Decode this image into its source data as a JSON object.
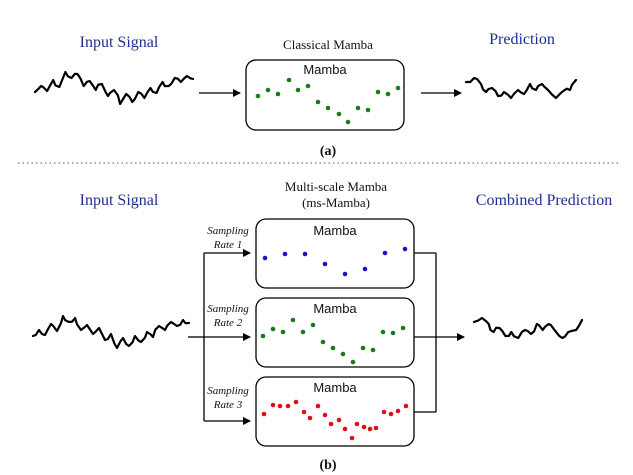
{
  "panel_a": {
    "input_label": "Input Signal",
    "model_label": "Classical Mamba",
    "box_title": "Mamba",
    "output_label": "Prediction",
    "panel_label": "(a)"
  },
  "panel_b": {
    "input_label": "Input Signal",
    "model_label_line1": "Multi-scale Mamba",
    "model_label_line2": "(ms-Mamba)",
    "output_label": "Combined Prediction",
    "panel_label": "(b)",
    "branches": [
      {
        "rate_line1": "Sampling",
        "rate_line2": "Rate 1",
        "box_title": "Mamba",
        "dot_color": "#1414c8"
      },
      {
        "rate_line1": "Sampling",
        "rate_line2": "Rate 2",
        "box_title": "Mamba",
        "dot_color": "#1a7a1a"
      },
      {
        "rate_line1": "Sampling",
        "rate_line2": "Rate 3",
        "box_title": "Mamba",
        "dot_color": "#e01010"
      }
    ]
  },
  "colors": {
    "label_blue": "#1f2f8f",
    "dot_green": "#1a7a1a",
    "line": "#000000"
  }
}
